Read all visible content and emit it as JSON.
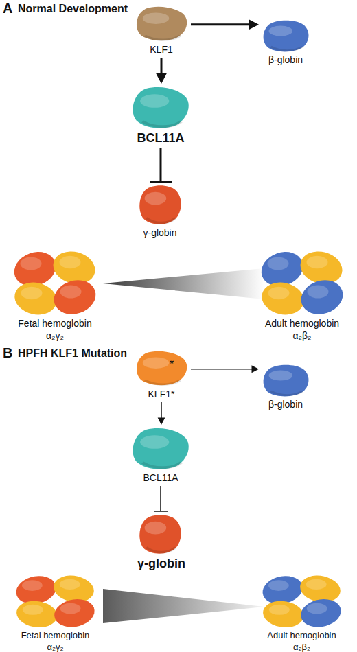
{
  "diagram": {
    "nodes": [
      {
        "text": [
          "KLF1"
        ]
      },
      {
        "text": [
          "β-globin"
        ]
      },
      {
        "text": [
          "BCL11A"
        ]
      },
      {
        "text": [
          "γ-globin"
        ]
      },
      {
        "text": [
          "Fetal hemoglobin",
          "α₂γ₂"
        ]
      },
      {
        "text": [
          "Adult hemoglobin",
          "α₂β₂"
        ]
      },
      {
        "text": [
          "KLF1*"
        ]
      },
      {
        "text": [
          "β-globin"
        ]
      },
      {
        "text": [
          "BCL11A"
        ]
      },
      {
        "text": [
          "γ-globin"
        ]
      },
      {
        "text": [
          "Fetal hemoglobin",
          "α₂γ₂"
        ]
      },
      {
        "text": [
          "Adult hemoglobin",
          "α₂β₂"
        ]
      }
    ],
    "edges": [
      {
        "from": 0,
        "to": 1,
        "arrow": "to"
      },
      {
        "from": 0,
        "to": 2,
        "arrow": "to"
      },
      {
        "from": 2,
        "to": 3,
        "arrow": "to"
      },
      {
        "from": 6,
        "to": 7,
        "arrow": "to"
      },
      {
        "from": 6,
        "to": 8,
        "arrow": "to"
      },
      {
        "from": 8,
        "to": 9,
        "arrow": "to"
      }
    ],
    "labels": [
      "A",
      "Normal Development",
      "B",
      "HPFH KLF1 Mutation",
      "*"
    ]
  }
}
